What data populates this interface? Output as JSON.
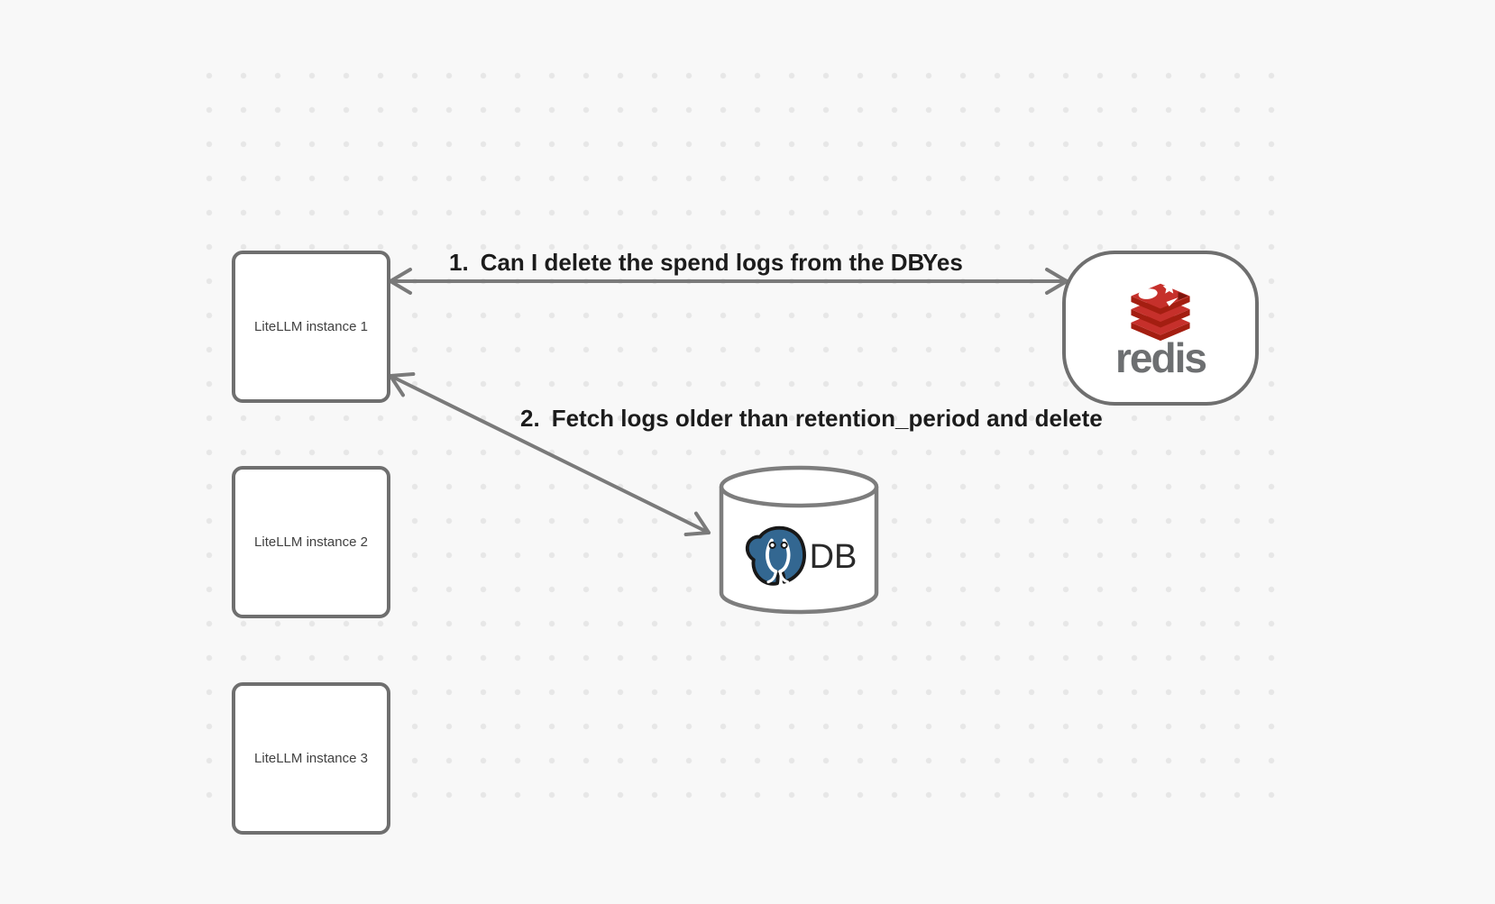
{
  "diagram": {
    "background_color": "#f8f8f8",
    "dot_grid_color": "#e7e7e7",
    "node_border_color": "#6f6f6f",
    "arrow_color": "#7a7a7a",
    "nodes": {
      "instance1": {
        "label": "LiteLLM instance 1"
      },
      "instance2": {
        "label": "LiteLLM instance 2"
      },
      "instance3": {
        "label": "LiteLLM instance 3"
      },
      "redis": {
        "wordmark": "redis"
      },
      "database": {
        "label": "DB"
      }
    },
    "edges": {
      "edge1": {
        "number": "1.",
        "label": "Can I delete the spend logs from the DB",
        "answer": "Yes"
      },
      "edge2": {
        "number": "2.",
        "label": "Fetch logs older than retention_period and delete"
      }
    },
    "brand_colors": {
      "redis_red": "#C6302B",
      "redis_dark_red": "#A41E11",
      "redis_wordmark_gray": "#6d6f71",
      "postgres_blue": "#336791"
    }
  }
}
